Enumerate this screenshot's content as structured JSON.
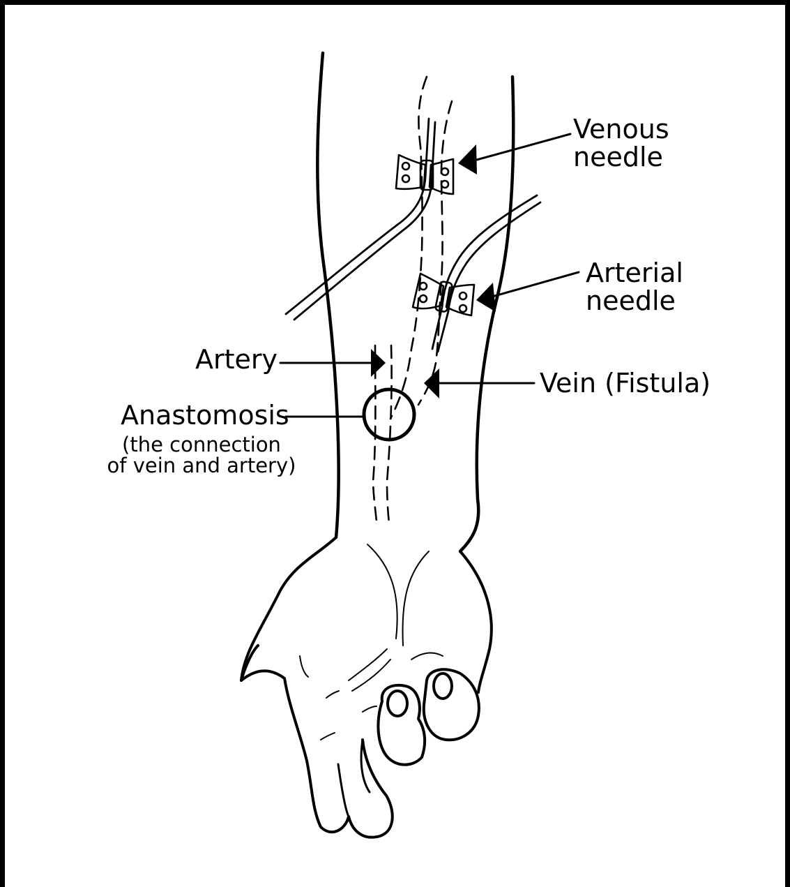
{
  "labels": {
    "venous_needle": [
      "Venous",
      "needle"
    ],
    "arterial_needle": [
      "Arterial",
      "needle"
    ],
    "artery": "Artery",
    "vein": "Vein (Fistula)",
    "anastomosis": "Anastomosis",
    "anastomosis_note": [
      "(the connection",
      "of vein and artery)"
    ]
  },
  "colors": {
    "ink": "#000000",
    "paper": "#ffffff"
  }
}
